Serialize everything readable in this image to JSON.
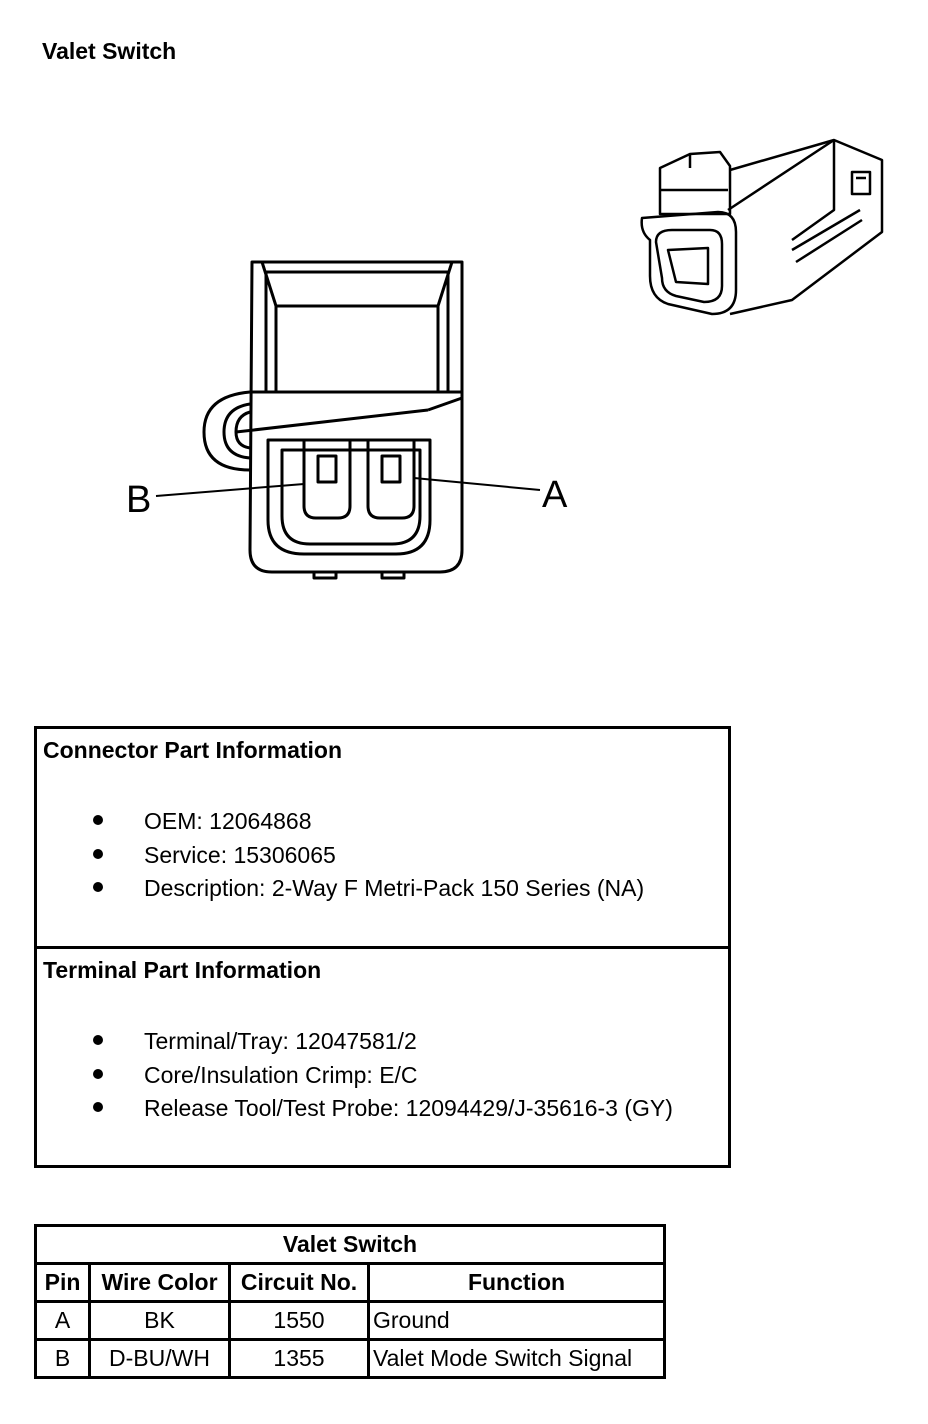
{
  "title": "Valet Switch",
  "diagram": {
    "pin_labels": [
      "B",
      "A"
    ]
  },
  "connector_info": {
    "heading": "Connector Part Information",
    "items": [
      "OEM: 12064868",
      "Service: 15306065",
      "Description: 2-Way F Metri-Pack 150 Series (NA)"
    ]
  },
  "terminal_info": {
    "heading": "Terminal Part Information",
    "items": [
      "Terminal/Tray: 12047581/2",
      "Core/Insulation Crimp: E/C",
      "Release Tool/Test Probe: 12094429/J-35616-3 (GY)"
    ]
  },
  "pin_table": {
    "title": "Valet Switch",
    "headers": [
      "Pin",
      "Wire Color",
      "Circuit No.",
      "Function"
    ],
    "rows": [
      [
        "A",
        "BK",
        "1550",
        "Ground"
      ],
      [
        "B",
        "D-BU/WH",
        "1355",
        "Valet Mode Switch Signal"
      ]
    ]
  }
}
